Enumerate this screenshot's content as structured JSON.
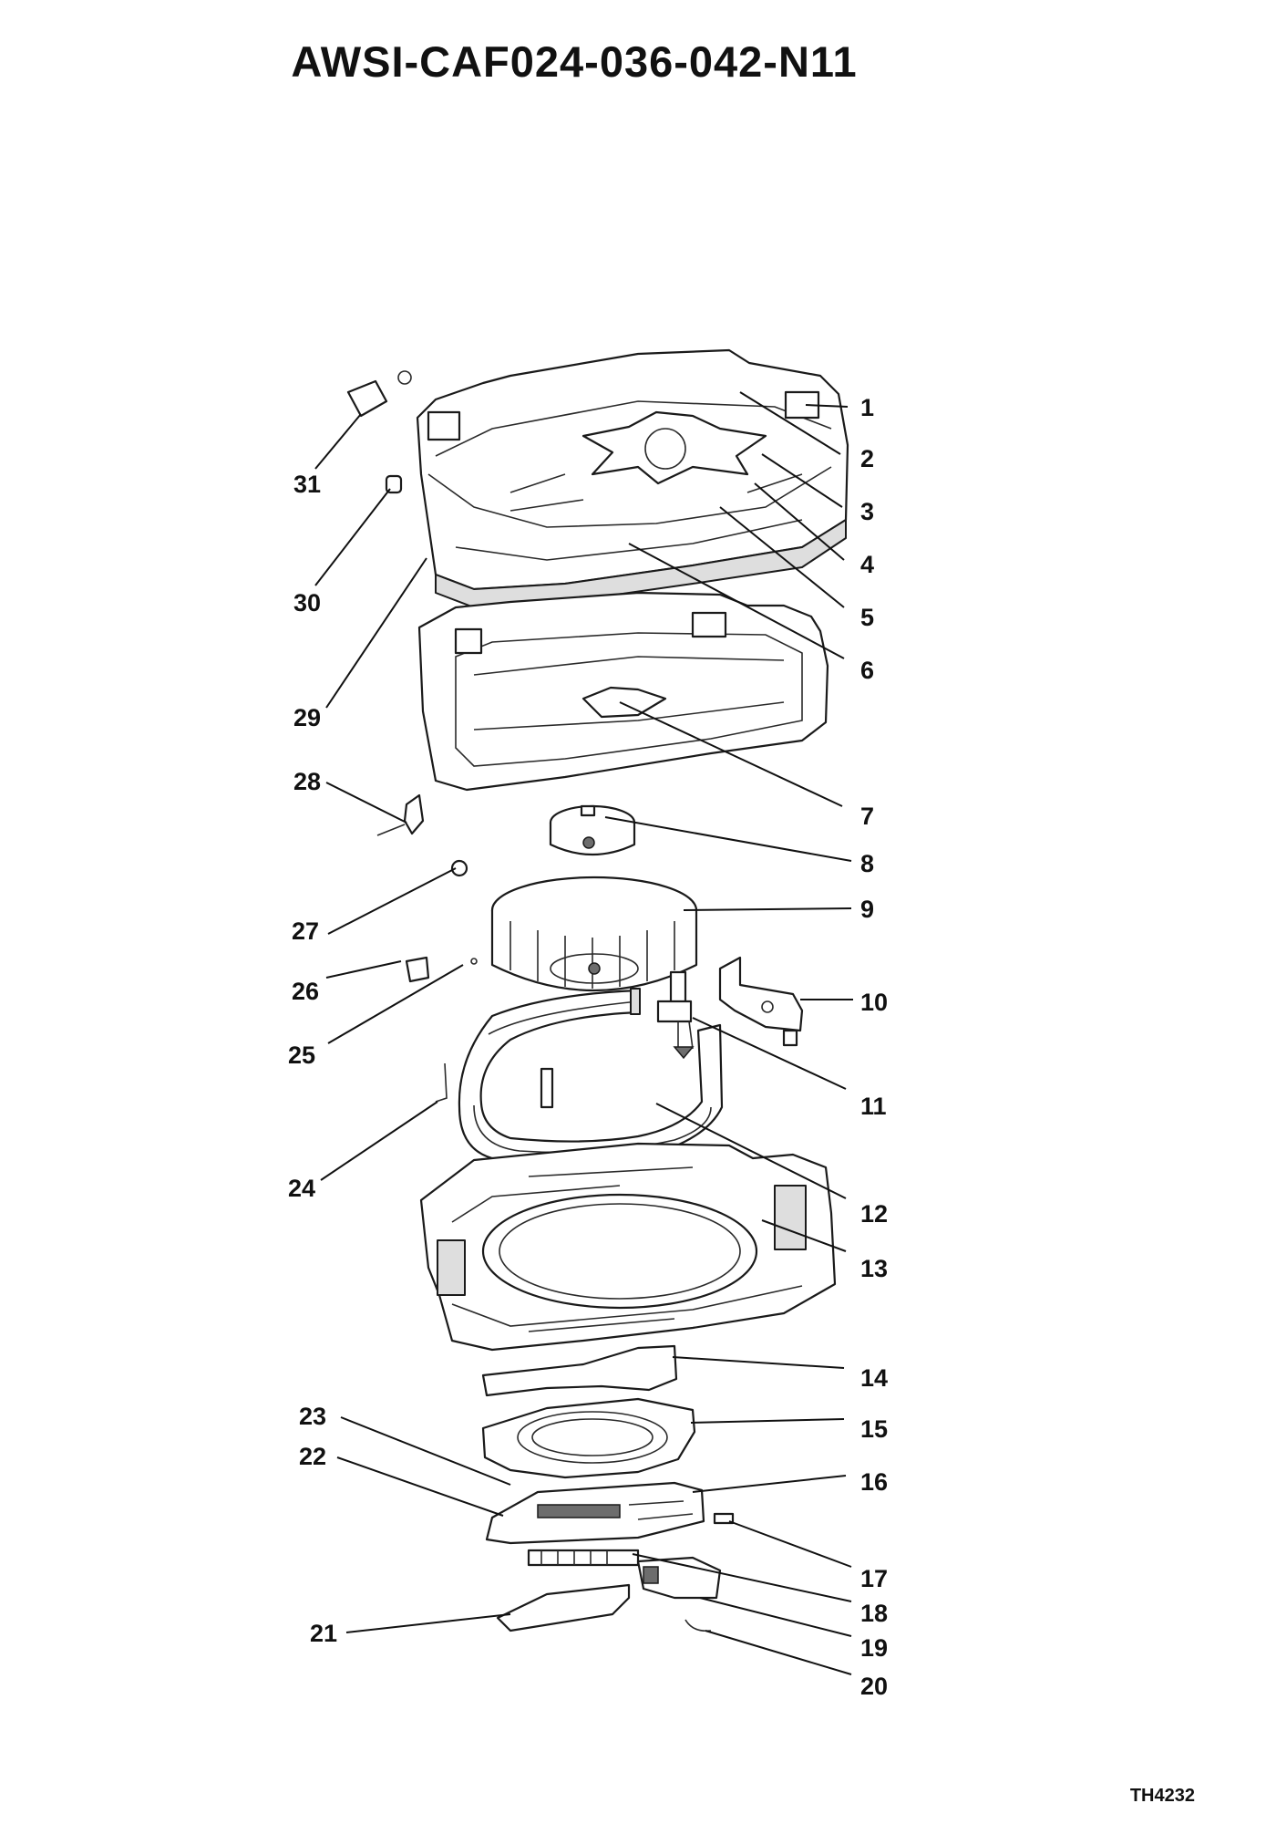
{
  "header": {
    "model": "AWSI-CAF024-036-042-N11"
  },
  "footer": {
    "drawing_code": "TH4232"
  },
  "callouts": [
    "1",
    "2",
    "3",
    "4",
    "5",
    "6",
    "7",
    "8",
    "9",
    "10",
    "11",
    "12",
    "13",
    "14",
    "15",
    "16",
    "17",
    "18",
    "19",
    "20",
    "21",
    "22",
    "23",
    "24",
    "25",
    "26",
    "27",
    "28",
    "29",
    "30",
    "31"
  ]
}
